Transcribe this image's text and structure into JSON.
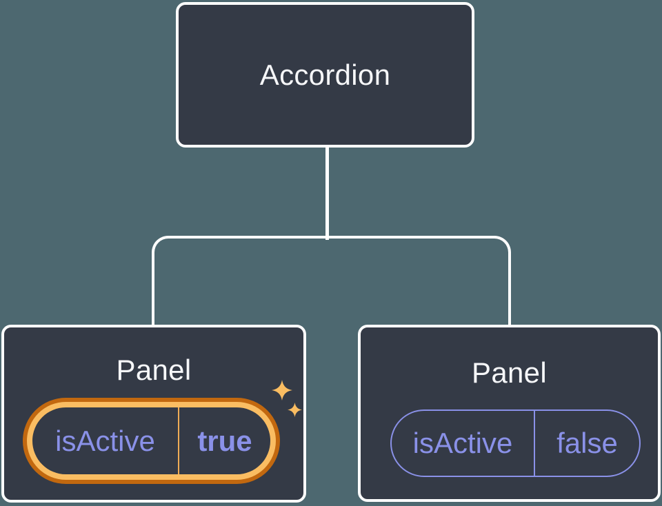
{
  "diagram": {
    "type": "component-tree",
    "root": {
      "label": "Accordion"
    },
    "children": [
      {
        "label": "Panel",
        "state": {
          "key": "isActive",
          "value": "true"
        },
        "highlighted": true,
        "icons": [
          "sparkle-icon-large",
          "sparkle-icon-small"
        ]
      },
      {
        "label": "Panel",
        "state": {
          "key": "isActive",
          "value": "false"
        },
        "highlighted": false
      }
    ]
  },
  "colors": {
    "background": "#4D6870",
    "node_fill": "#343A46",
    "node_border": "#FFFFFF",
    "title_text": "#F6F7F9",
    "state_text": "#8A91E8",
    "state_border": "#8A91E8",
    "highlight_ring_outer": "#C2680F",
    "highlight_ring_inner": "#FABD62",
    "highlight_divider": "#F0AC55",
    "sparkle": "#FABD62"
  }
}
